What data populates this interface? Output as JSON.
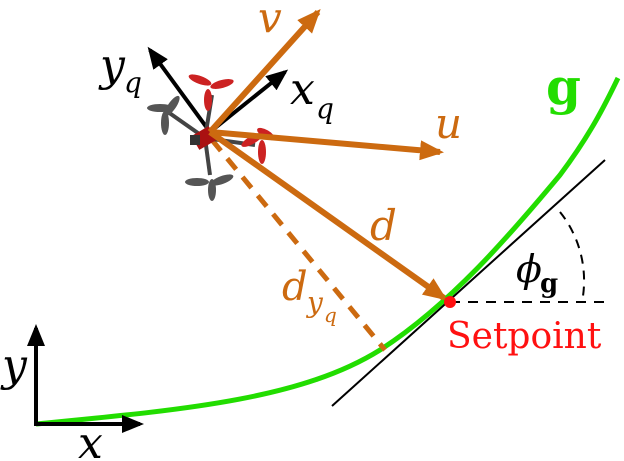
{
  "labels": {
    "v": "v",
    "u": "u",
    "d": "d",
    "x_q": "x",
    "x_q_sub": "q",
    "y_q": "y",
    "y_q_sub": "q",
    "d_yq": "d",
    "d_yq_sub": "y",
    "d_yq_subsub": "q",
    "g": "g",
    "phi_g": "ϕ",
    "phi_g_sub": "g",
    "setpoint": "Setpoint",
    "x": "x",
    "y": "y"
  },
  "colors": {
    "path": "#22dd00",
    "vector": "#cc6a10",
    "axis": "#000000",
    "setpoint": "#ff1111",
    "tangent": "#000000",
    "propeller_red": "#cc2222",
    "propeller_gray": "#555555"
  }
}
